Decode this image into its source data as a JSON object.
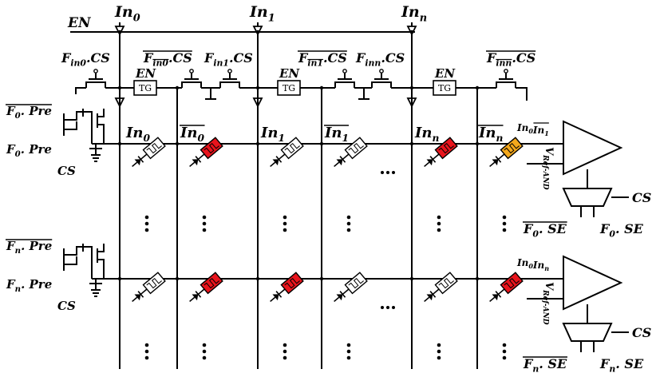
{
  "signals": {
    "en_top": "EN",
    "in0": {
      "base": "In",
      "sub": "0"
    },
    "in1": {
      "base": "In",
      "sub": "1"
    },
    "inn": {
      "base": "In",
      "sub": "n"
    }
  },
  "switch_labels": [
    {
      "base": "F",
      "sub": "in0",
      "tail": ".CS",
      "bar": "none"
    },
    {
      "base": "F",
      "sub": "in0",
      "tail": ".CS",
      "bar": "all",
      "subbar": true
    },
    {
      "base": "F",
      "sub": "in1",
      "tail": ".CS",
      "bar": "none"
    },
    {
      "base": "F",
      "sub": "in1",
      "tail": ".CS",
      "bar": "all",
      "subbar": true
    },
    {
      "base": "F",
      "sub": "inn",
      "tail": ".CS",
      "bar": "none"
    },
    {
      "base": "F",
      "sub": "inn",
      "tail": ".CS",
      "bar": "all",
      "subbar": true
    }
  ],
  "tg_label": "TG",
  "en_label": "EN",
  "column_labels": [
    {
      "base": "In",
      "sub": "0",
      "bar": false
    },
    {
      "base": "In",
      "sub": "0",
      "bar": true
    },
    {
      "base": "In",
      "sub": "1",
      "bar": false
    },
    {
      "base": "In",
      "sub": "1",
      "bar": true
    },
    {
      "base": "In",
      "sub": "n",
      "bar": false
    },
    {
      "base": "In",
      "sub": "n",
      "bar": true
    }
  ],
  "rows": [
    {
      "pre_bar": {
        "base": "F",
        "sub": "0",
        "tail": ". Pre"
      },
      "pre": {
        "base": "F",
        "sub": "0",
        "tail": ". Pre"
      },
      "cs": "CS",
      "amp_in": "In0In1bar",
      "amp_in_parts": [
        {
          "t": "In",
          "s": "0"
        },
        {
          "t": "In",
          "s": "1",
          "bar": true
        }
      ],
      "vref": "V",
      "vref_sub": "Ref-AND",
      "mux_cs": "CS",
      "se_bar": {
        "base": "F",
        "sub": "0",
        "tail": ". SE"
      },
      "se": {
        "base": "F",
        "sub": "0",
        "tail": ". SE"
      },
      "cells": [
        "white",
        "red",
        "white",
        "white",
        "red",
        "orange"
      ]
    },
    {
      "pre_bar": {
        "base": "F",
        "sub": "n",
        "tail": ". Pre"
      },
      "pre": {
        "base": "F",
        "sub": "n",
        "tail": ". Pre"
      },
      "cs": "CS",
      "amp_in": "In0Inn",
      "amp_in_parts": [
        {
          "t": "In",
          "s": "0"
        },
        {
          "t": "In",
          "s": "n"
        }
      ],
      "vref": "V",
      "vref_sub": "Ref-AND",
      "mux_cs": "CS",
      "se_bar": {
        "base": "F",
        "sub": "n",
        "tail": ". SE"
      },
      "se": {
        "base": "F",
        "sub": "n",
        "tail": ". SE"
      },
      "cells": [
        "white",
        "red",
        "red",
        "white",
        "white",
        "red"
      ]
    }
  ],
  "colors": {
    "wire": "#000000",
    "cell_red": "#e8141c",
    "cell_orange": "#f4a81c",
    "cell_white": "#ffffff"
  }
}
